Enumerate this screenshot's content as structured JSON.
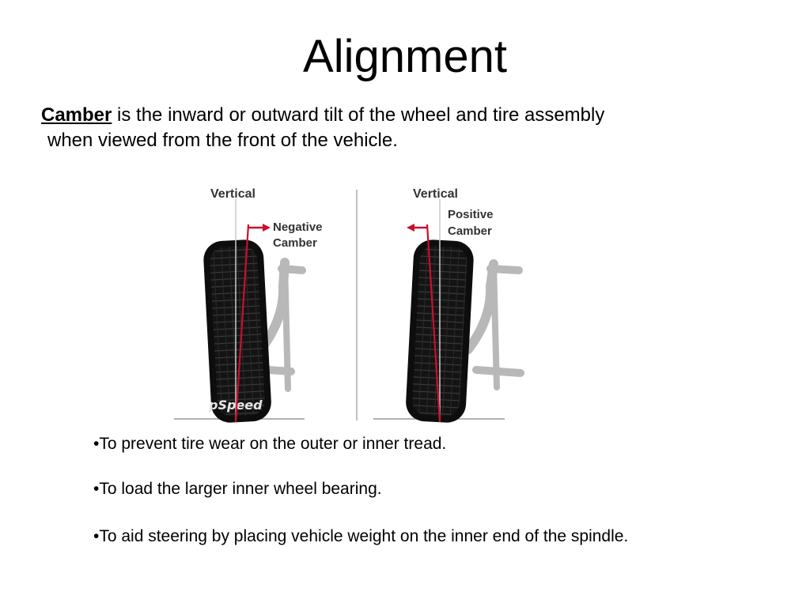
{
  "slide": {
    "title": "Alignment",
    "intro": {
      "term": "Camber",
      "rest_line1": " is the inward or outward tilt of the wheel and tire assembly",
      "rest_line2": "when viewed from the front of the vehicle."
    }
  },
  "figure": {
    "left": {
      "vertical_label": "Vertical",
      "camber_line1": "Negative",
      "camber_line2": "Camber",
      "watermark": "pSpeed"
    },
    "right": {
      "vertical_label": "Vertical",
      "camber_line1": "Positive",
      "camber_line2": "Camber"
    },
    "colors": {
      "camber_line": "#c8102e",
      "tire": "#111111",
      "suspension": "#b8b8b8"
    }
  },
  "bullets": [
    "•To prevent tire wear on the outer or inner tread.",
    "•To load the larger inner wheel bearing.",
    "•To aid steering by placing vehicle weight on the inner end of the spindle."
  ]
}
